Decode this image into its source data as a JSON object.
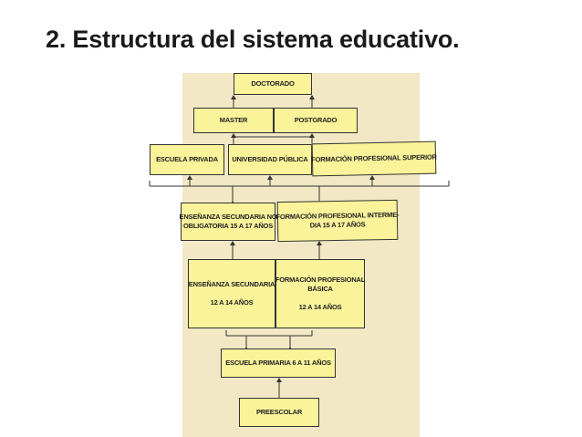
{
  "slide": {
    "title": "2. Estructura del sistema educativo."
  },
  "diagram": {
    "doctorado": "DOCTORADO",
    "master": "MASTER",
    "postgrado": "POSTGRADO",
    "escuela_privada": "ESCUELA PRIVADA",
    "universidad_publica": "UNIVERSIDAD PÚBLICA",
    "fp_superior": "FORMACIÓN PROFESIONAL SUPERIOR",
    "ens_no_obligatoria": [
      "ENSEÑANZA SECUNDARIA NO",
      "OBLIGATORIA 15 A 17 AÑOS"
    ],
    "fp_intermedia": [
      "FORMACIÓN PROFESIONAL INTERME-",
      "DIA 15 A 17 AÑOS"
    ],
    "ens_secundaria": [
      "ENSEÑANZA SECUNDARIA",
      "12 A 14 AÑOS"
    ],
    "fp_basica": [
      "FORMACIÓN PROFESIONAL",
      "BÁSICA",
      "12 A 14 AÑOS"
    ],
    "primaria": "ESCUELA PRIMARIA 6 A 11 AÑOS",
    "preescolar": "PREESCOLAR"
  },
  "colors": {
    "box_fill": "#faf39a",
    "box_border": "#333333",
    "backdrop": "#f2e8c6",
    "connector": "#333333"
  }
}
